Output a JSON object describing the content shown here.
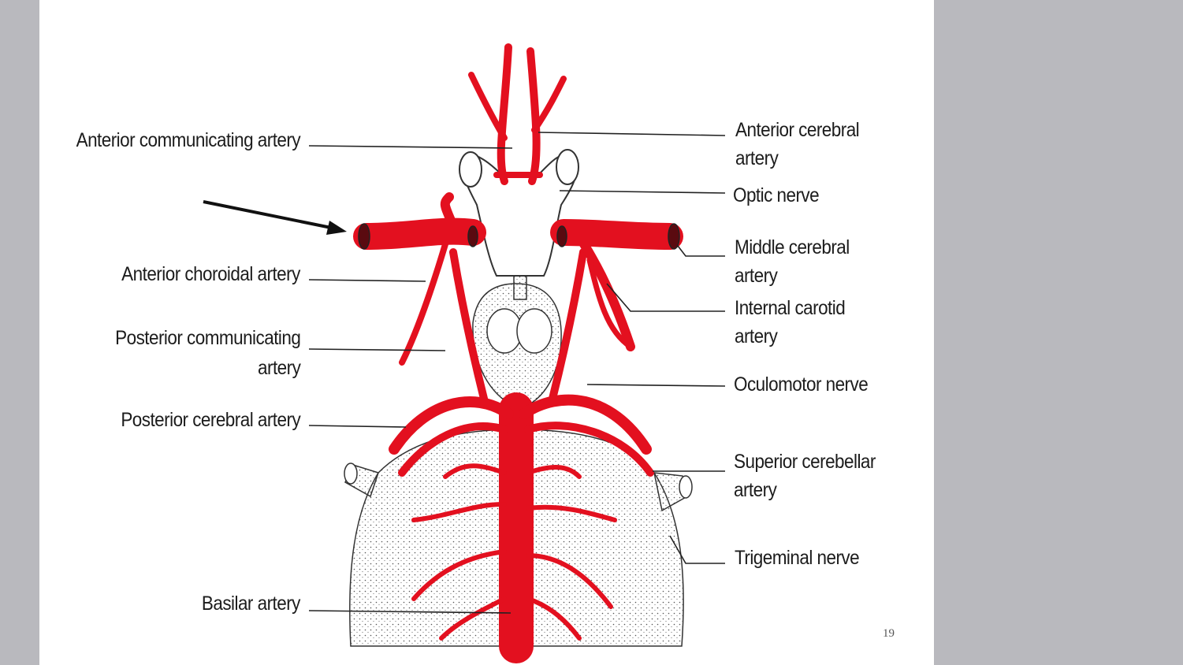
{
  "labels_left": {
    "anterior_communicating": "Anterior communicating artery",
    "anterior_choroidal": "Anterior choroidal artery",
    "posterior_communicating_1": "Posterior communicating",
    "posterior_communicating_2": "artery",
    "posterior_cerebral": "Posterior cerebral artery",
    "basilar": "Basilar artery"
  },
  "labels_right": {
    "anterior_cerebral_1": "Anterior cerebral",
    "anterior_cerebral_2": "artery",
    "optic_nerve": "Optic nerve",
    "middle_cerebral_1": "Middle cerebral",
    "middle_cerebral_2": "artery",
    "internal_carotid_1": "Internal carotid",
    "internal_carotid_2": "artery",
    "oculomotor": "Oculomotor nerve",
    "superior_cerebellar_1": "Superior cerebellar",
    "superior_cerebellar_2": "artery",
    "trigeminal": "Trigeminal nerve"
  },
  "page_number": "19",
  "colors": {
    "artery": "#e3101f",
    "line": "#222222",
    "slide_bg": "#ffffff",
    "frame_bg": "#b9b9be"
  }
}
